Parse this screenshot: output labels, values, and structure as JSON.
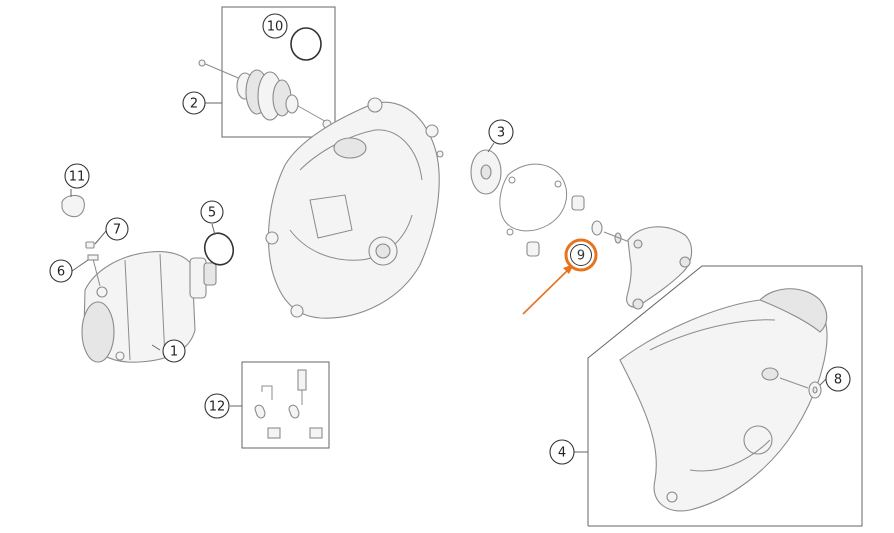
{
  "diagram": {
    "callouts": [
      {
        "id": "1",
        "label": "1"
      },
      {
        "id": "2",
        "label": "2"
      },
      {
        "id": "3",
        "label": "3"
      },
      {
        "id": "4",
        "label": "4"
      },
      {
        "id": "5",
        "label": "5"
      },
      {
        "id": "6",
        "label": "6"
      },
      {
        "id": "7",
        "label": "7"
      },
      {
        "id": "8",
        "label": "8"
      },
      {
        "id": "9",
        "label": "9"
      },
      {
        "id": "10",
        "label": "10"
      },
      {
        "id": "11",
        "label": "11"
      },
      {
        "id": "12",
        "label": "12"
      }
    ],
    "highlighted_callout": "9",
    "colors": {
      "highlight_ring": "#e8731e",
      "arrow": "#e8731e",
      "part_fill": "#f4f4f4",
      "part_stroke": "#8c8c8c"
    }
  }
}
